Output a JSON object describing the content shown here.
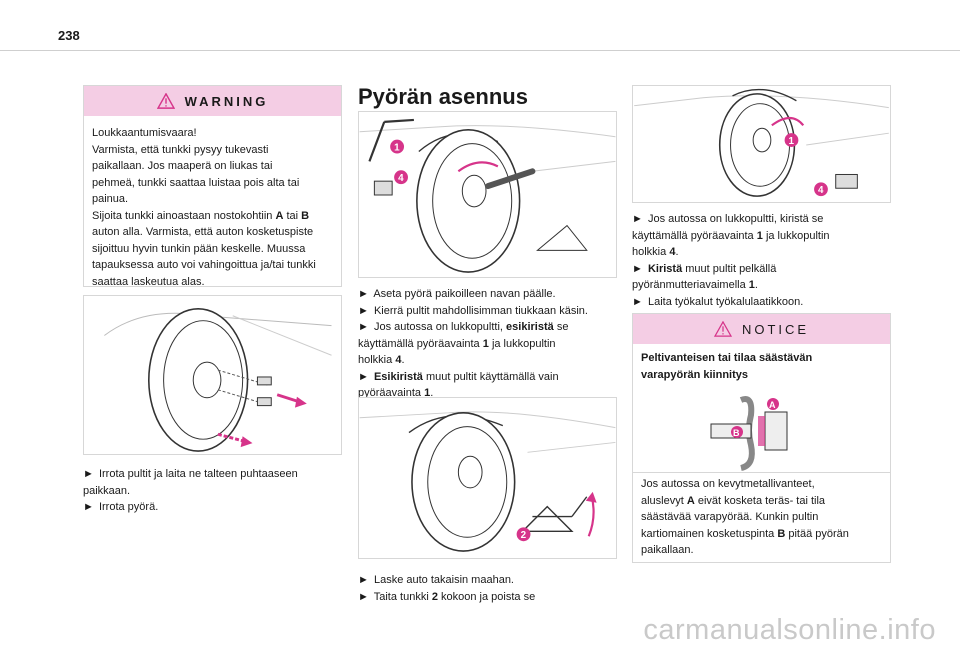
{
  "page_number": "238",
  "warning": {
    "heading": "WARNING",
    "lines": [
      "Loukkaantumisvaara!",
      "Varmista, että tunkki pysyy tukevasti",
      "paikallaan. Jos maaperä on liukas tai",
      "pehmeä, tunkki saattaa luistaa pois alta tai",
      "painua."
    ],
    "line2_pre": "Sijoita tunkki ainoastaan nostokohtiin",
    "line2_a": "A",
    "line2_mid": "tai",
    "line2_b": "B",
    "lines2": [
      "auton alla. Varmista, että auton kosketuspiste",
      "sijoittuu hyvin tunkin pään keskelle. Muussa",
      "tapauksessa auto voi vahingoittua ja/tai tunkki",
      "saattaa laskeutua alas."
    ]
  },
  "left_steps": {
    "arrow": "►",
    "step1a": "Irrota pultit ja laita ne talteen puhtaaseen",
    "step1b": "paikkaan.",
    "step2": "Irrota pyörä."
  },
  "section_title": "Pyörän asennus",
  "mid_steps": {
    "s1": "Aseta pyörä paikoilleen navan päälle.",
    "s2": "Kierrä pultit mahdollisimman tiukkaan käsin.",
    "s3_pre": "Jos autossa on lukkopultti,",
    "s3_bold": "esikiristä",
    "s3_post": "se",
    "s3_line2_pre": "käyttämällä pyöräavainta",
    "s3_n1": "1",
    "s3_line2_post": "ja lukkopultin",
    "s3_line3_pre": "holkkia",
    "s3_n4": "4",
    "s3_line3_post": ".",
    "s4_bold": "Esikiristä",
    "s4_post": "muut pultit käyttämällä vain",
    "s4_line2_pre": "pyöräavainta",
    "s4_n1": "1",
    "s4_line2_post": "."
  },
  "mid_steps2": {
    "s1": "Laske auto takaisin maahan.",
    "s2_pre": "Taita tunkki",
    "s2_n": "2",
    "s2_post": "kokoon ja poista se"
  },
  "right_steps": {
    "s1": "Jos autossa on lukkopultti, kiristä se",
    "s1_line2_pre": "käyttämällä pyöräavainta",
    "s1_n1": "1",
    "s1_line2_post": "ja lukkopultin",
    "s1_line3_pre": "holkkia",
    "s1_n4": "4",
    "s1_line3_post": ".",
    "s2_bold": "Kiristä",
    "s2_post": "muut pultit pelkällä",
    "s2_line2_pre": "pyöränmutteriavaimella",
    "s2_n1": "1",
    "s2_line2_post": ".",
    "s3": "Laita työkalut työkalulaatikkoon."
  },
  "notice": {
    "heading": "NOTICE",
    "subtitle_l1": "Peltivanteisen tai tilaa säästävän",
    "subtitle_l2": "varapyörän kiinnitys",
    "body_l1": "Jos autossa on kevytmetallivanteet,",
    "body_l2_pre": "aluslevyt",
    "body_l2_a": "A",
    "body_l2_post": "eivät kosketa teräs- tai tila",
    "body_l3": "säästävää varapyörää. Kunkin pultin",
    "body_l4_pre": "kartiomainen kosketuspinta",
    "body_l4_b": "B",
    "body_l4_post": "pitää pyörän",
    "body_l5": "paikallaan."
  },
  "callouts": {
    "one": "1",
    "two": "2",
    "four": "4",
    "a": "A",
    "b": "B"
  },
  "footer": "carmanualsonline.info",
  "colors": {
    "accent": "#d6348a",
    "box_header": "#f4cde4",
    "line": "#333333"
  }
}
